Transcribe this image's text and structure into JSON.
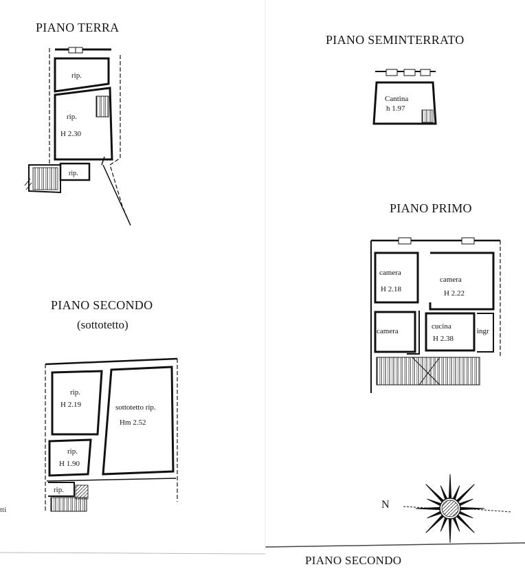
{
  "titles": {
    "piano_terra": "PIANO TERRA",
    "piano_seminterrato": "PIANO SEMINTERRATO",
    "piano_primo": "PIANO PRIMO",
    "piano_secondo": "PIANO SECONDO",
    "sottotetto": "(sottotetto)",
    "piano_secondo_bottom": "PIANO SECONDO"
  },
  "labels": {
    "terra_rip_top": "rip.",
    "terra_rip_main": "rip.",
    "terra_h_main": "H 2.30",
    "terra_rip_small": "rip.",
    "sem_cantina": "Cantina",
    "sem_h": "h 1.97",
    "primo_camera1": "camera",
    "primo_h1": "H 2.18",
    "primo_camera2": "camera",
    "primo_h2": "H 2.22",
    "primo_camera3": "camera",
    "primo_cucina": "cucina",
    "primo_h_cucina": "H 2.38",
    "primo_ingr": "ingr",
    "sec_rip1": "rip.",
    "sec_h1": "H 2.19",
    "sec_sottotetto": "sottotetto rip.",
    "sec_hm": "Hm 2.52",
    "sec_rip2": "rip.",
    "sec_h2": "H 1.90",
    "sec_rip3": "rip.",
    "left_edge": "tti"
  },
  "compass": {
    "north_label": "N"
  }
}
